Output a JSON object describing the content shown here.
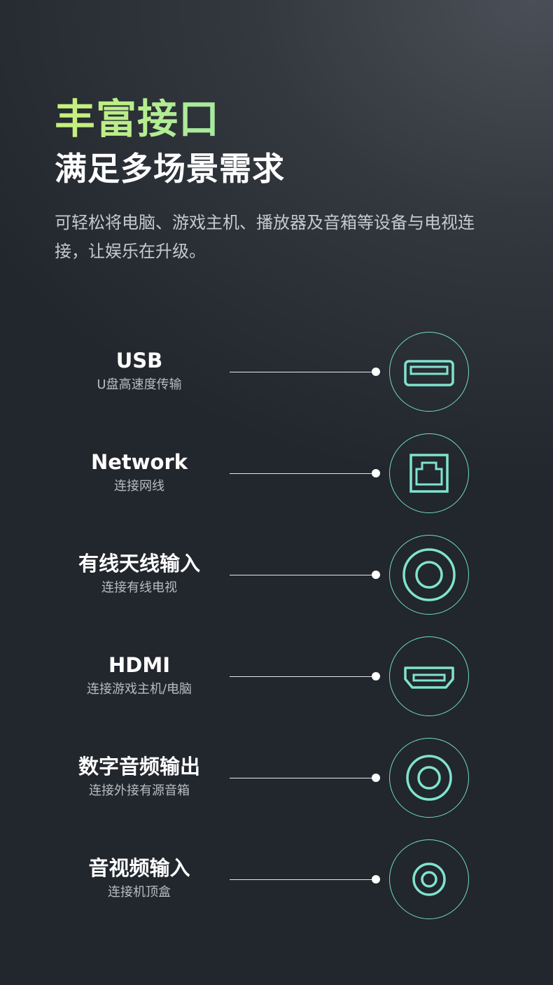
{
  "header": {
    "title": "丰富接口",
    "subtitle": "满足多场景需求",
    "description": "可轻松将电脑、游戏主机、播放器及音箱等设备与电视连接，让娱乐在升级。"
  },
  "colors": {
    "accent": "#7fe3cf",
    "title_gradient_start": "#c9f07a",
    "title_gradient_end": "#76e0d0"
  },
  "ports": [
    {
      "name": "USB",
      "desc": "U盘高速度传输",
      "icon": "usb-port-icon"
    },
    {
      "name": "Network",
      "desc": "连接网线",
      "icon": "ethernet-port-icon"
    },
    {
      "name": "有线天线输入",
      "desc": "连接有线电视",
      "icon": "antenna-port-icon"
    },
    {
      "name": "HDMI",
      "desc": "连接游戏主机/电脑",
      "icon": "hdmi-port-icon"
    },
    {
      "name": "数字音频输出",
      "desc": "连接外接有源音箱",
      "icon": "optical-audio-port-icon"
    },
    {
      "name": "音视频输入",
      "desc": "连接机顶盒",
      "icon": "av-port-icon"
    }
  ]
}
